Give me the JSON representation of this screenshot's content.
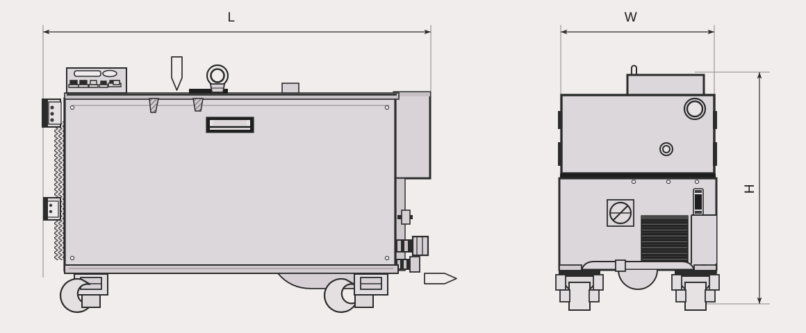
{
  "drawing": {
    "title": "Industrial vacuum pump dimensional drawing",
    "background_color": "#f1edec",
    "body_fill": "#dcd7da",
    "panel_fill": "#d6d0d4",
    "line_color": "#2b2b2b",
    "dark_fill": "#1e1e1e",
    "views": [
      {
        "id": "side-view",
        "name": "Side elevation view",
        "dimension_label": "L",
        "dimension_axis": "horizontal"
      },
      {
        "id": "end-view",
        "name": "End elevation view",
        "dimension_labels": [
          "W",
          "H"
        ],
        "dimension_axes": [
          "horizontal",
          "vertical"
        ]
      }
    ],
    "dimensions": {
      "length": "L",
      "width": "W",
      "height": "H"
    },
    "components": {
      "control_panel": "control-panel",
      "lifting_eye": "lifting-eye",
      "recessed_handle": "recessed-handle",
      "inlet_arrow": "inlet-flow-arrow",
      "outlet_arrow": "outlet-flow-arrow",
      "casters": "swivel-caster",
      "cooling_fins": "cooling-fins",
      "rotary_switch": "rotary-switch",
      "vent_grille": "ventilation-grille",
      "port_flange_large": "port-flange-large",
      "port_flange_small": "port-flange-small",
      "terminal_strip": "terminal-strip",
      "port_fittings": "port-fittings",
      "top_box": "top-enclosure-box",
      "rear_box": "rear-enclosure-box"
    }
  }
}
